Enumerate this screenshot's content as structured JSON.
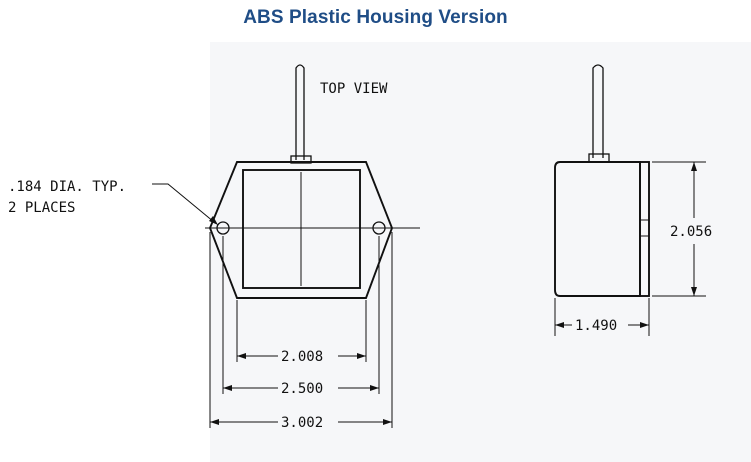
{
  "title": "ABS Plastic Housing Version",
  "diagram": {
    "view_label": "TOP VIEW",
    "hole_note_line1": ".184 DIA. TYP.",
    "hole_note_line2": "2 PLACES",
    "dim_inner_width": "2.008",
    "dim_hole_spacing": "2.500",
    "dim_overall_width": "3.002",
    "dim_side_height": "2.056",
    "dim_side_depth": "1.490"
  },
  "colors": {
    "title": "#1f4d86",
    "line": "#111111",
    "background": "#ffffff"
  }
}
